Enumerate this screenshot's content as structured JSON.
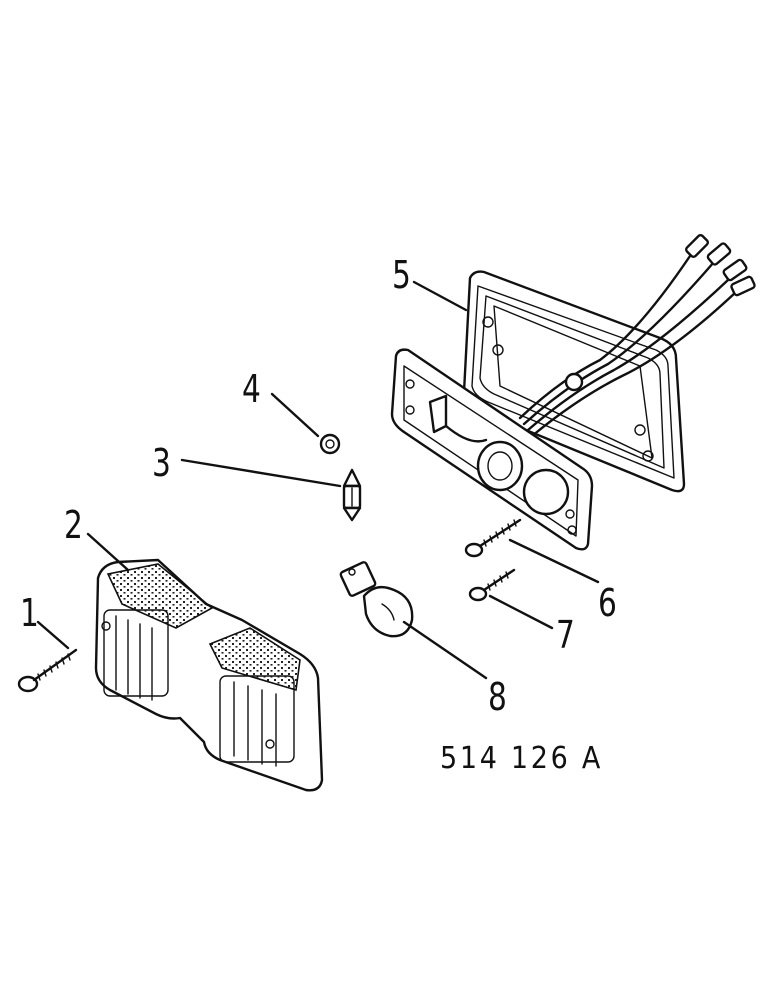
{
  "callouts": [
    {
      "id": "1",
      "text": "1"
    },
    {
      "id": "2",
      "text": "2"
    },
    {
      "id": "3",
      "text": "3"
    },
    {
      "id": "4",
      "text": "4"
    },
    {
      "id": "5",
      "text": "5"
    },
    {
      "id": "6",
      "text": "6"
    },
    {
      "id": "7",
      "text": "7"
    },
    {
      "id": "8",
      "text": "8"
    }
  ],
  "drawing_code": "514 126 A"
}
